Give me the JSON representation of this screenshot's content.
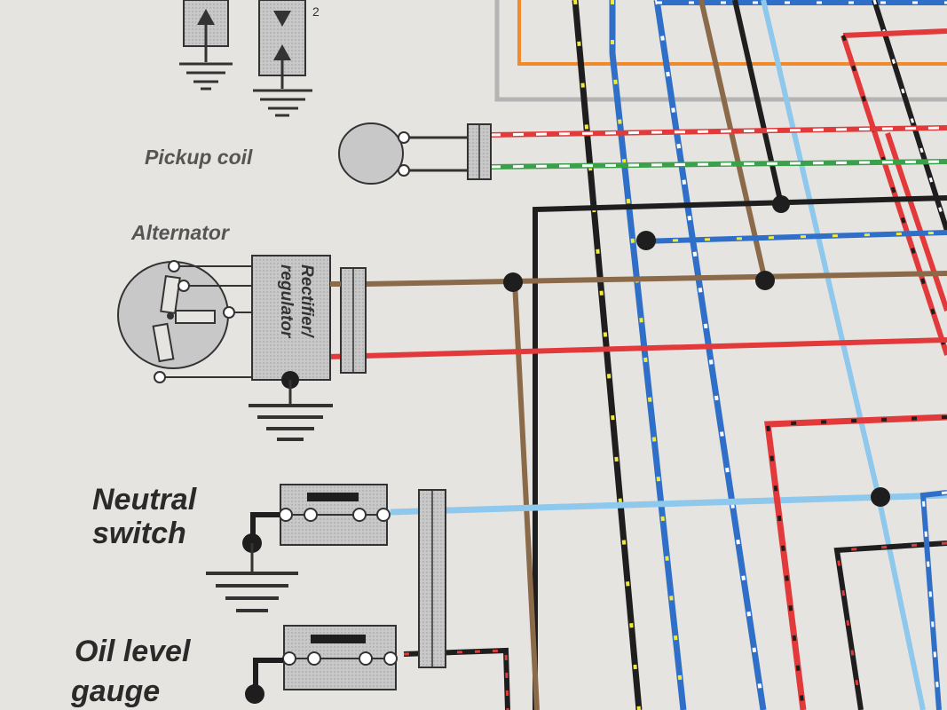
{
  "labels": {
    "pickup_coil": "Pickup coil",
    "alternator": "Alternator",
    "rectifier_line1": "Rectifier/",
    "rectifier_line2": "regulator",
    "neutral_line1": "Neutral",
    "neutral_line2": "switch",
    "oil_line1": "Oil level",
    "oil_line2": "gauge",
    "superscript": "2"
  },
  "colors": {
    "background": "#e6e4e0",
    "black": "#1e1e1e",
    "brown": "#8b6a4a",
    "red": "#e23a3a",
    "orange": "#f08a2a",
    "grey": "#b4b4b4",
    "blue": "#2f6fc8",
    "light_blue": "#8ec8ec",
    "yellow": "#f2ea3a",
    "white": "#ffffff",
    "green": "#3aa04a",
    "component_fill": "#c8c8c8",
    "component_stroke": "#333333"
  },
  "icons": [
    "ground-symbol",
    "connector-block",
    "switch-symbol",
    "coil-symbol",
    "alternator-symbol"
  ]
}
